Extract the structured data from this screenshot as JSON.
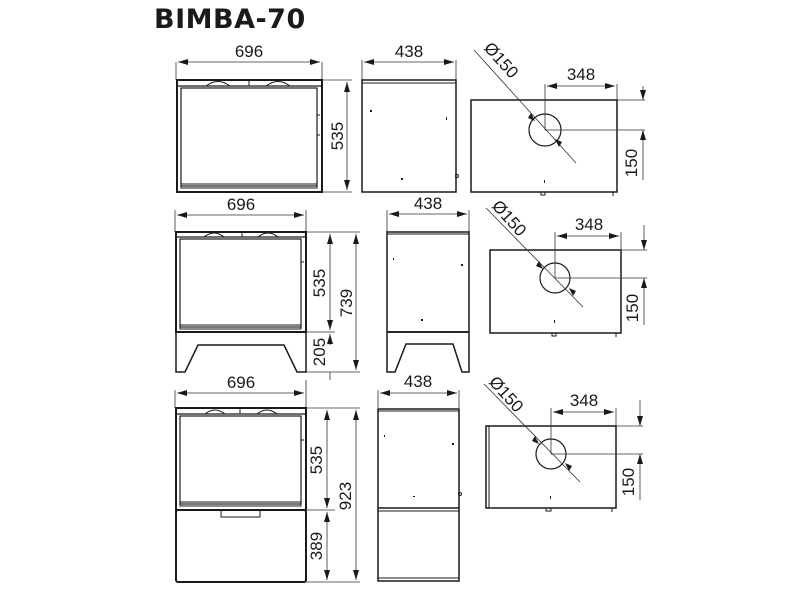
{
  "title": "BIMBA-70",
  "rows": [
    {
      "variant": "base",
      "front": {
        "width": "696",
        "height": "535"
      },
      "side": {
        "width": "438"
      },
      "top": {
        "flue_diameter": "Ø150",
        "flue_offset_x": "348",
        "flue_offset_y": "150"
      }
    },
    {
      "variant": "legs",
      "front": {
        "width": "696",
        "height_body": "535",
        "height_total": "739",
        "height_legs": "205"
      },
      "side": {
        "width": "438"
      },
      "top": {
        "flue_diameter": "Ø150",
        "flue_offset_x": "348",
        "flue_offset_y": "150"
      }
    },
    {
      "variant": "cabinet",
      "front": {
        "width": "696",
        "height_body": "535",
        "height_total": "923",
        "height_base": "389"
      },
      "side": {
        "width": "438"
      },
      "top": {
        "flue_diameter": "Ø150",
        "flue_offset_x": "348",
        "flue_offset_y": "150"
      }
    }
  ],
  "colors": {
    "line": "#1a1a1a",
    "background": "#ffffff"
  }
}
